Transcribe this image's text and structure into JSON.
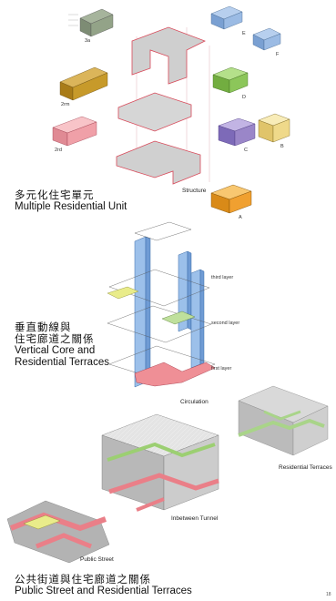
{
  "captions": {
    "residential_unit": {
      "zh": "多元化住宅單元",
      "en": "Multiple Residential Unit"
    },
    "vertical_core": {
      "zh1": "垂直動線與",
      "zh2": "住宅廊道之關係",
      "en1": "Vertical Core and",
      "en2": "Residential Terraces"
    },
    "public_street": {
      "zh": "公共街道與住宅廊道之關係",
      "en": "Public Street and Residential Terraces"
    }
  },
  "unit_labels": [
    "3a",
    "2rm",
    "2rd",
    "A",
    "B",
    "C",
    "D",
    "E",
    "F"
  ],
  "diagram_labels": {
    "structure": "Structure",
    "third_layer": "third layer",
    "second_layer": "second layer",
    "first_layer": "first layer",
    "circulation": "Circulation",
    "residential_terraces": "Residential Terraces",
    "inbetween_tunnel": "Inbetween Tunnel",
    "public_street": "Public Street"
  },
  "page_number": "18",
  "colors": {
    "gray_unit": "#8a9a80",
    "blue_unit": "#8fb3e0",
    "brown_unit": "#c79a2a",
    "pink_unit": "#f0a0a8",
    "green_unit": "#8cc65a",
    "purple_unit": "#9a86c8",
    "yellow_unit": "#efd98a",
    "orange_unit": "#f0a030",
    "structure_red": "#d84a5a",
    "core_blue": "#7aa6dc",
    "terrace_green": "#8dbf6a"
  }
}
